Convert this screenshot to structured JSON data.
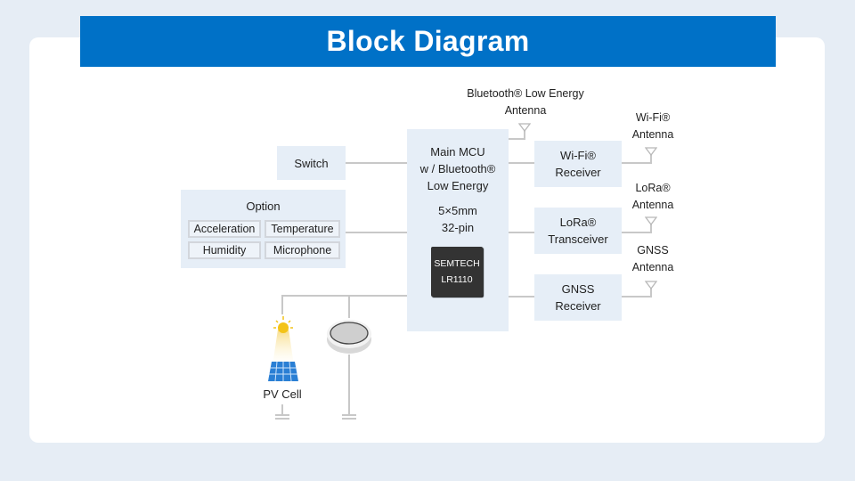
{
  "title": "Block Diagram",
  "main_mcu": {
    "line1": "Main MCU",
    "line2": "w / Bluetooth®",
    "line3": "Low Energy",
    "size": "5×5mm",
    "pins": "32-pin",
    "chip_vendor": "SEMTECH",
    "chip_model": "LR1110"
  },
  "switch": {
    "label": "Switch"
  },
  "option": {
    "title": "Option",
    "items": [
      "Acceleration",
      "Temperature",
      "Humidity",
      "Microphone"
    ]
  },
  "receivers": [
    {
      "line1": "Wi-Fi®",
      "line2": "Receiver"
    },
    {
      "line1": "LoRa®",
      "line2": "Transceiver"
    },
    {
      "line1": "GNSS",
      "line2": "Receiver"
    }
  ],
  "antennas": {
    "ble": {
      "line1": "Bluetooth® Low Energy",
      "line2": "Antenna"
    },
    "wifi": {
      "line1": "Wi-Fi®",
      "line2": "Antenna"
    },
    "lora": {
      "line1": "LoRa®",
      "line2": "Antenna"
    },
    "gnss": {
      "line1": "GNSS",
      "line2": "Antenna"
    }
  },
  "power": {
    "pv_label": "PV Cell",
    "battery_icon": "coin-cell-battery-icon",
    "sun_icon": "sun-icon",
    "panel_icon": "solar-panel-icon",
    "ground_icon": "ground-icon"
  },
  "colors": {
    "title_bar": "#0071c7",
    "box_fill": "#e6eef7",
    "chip_fill": "#333333",
    "line": "#c8c8c8",
    "page_bg": "#e6edf5"
  }
}
